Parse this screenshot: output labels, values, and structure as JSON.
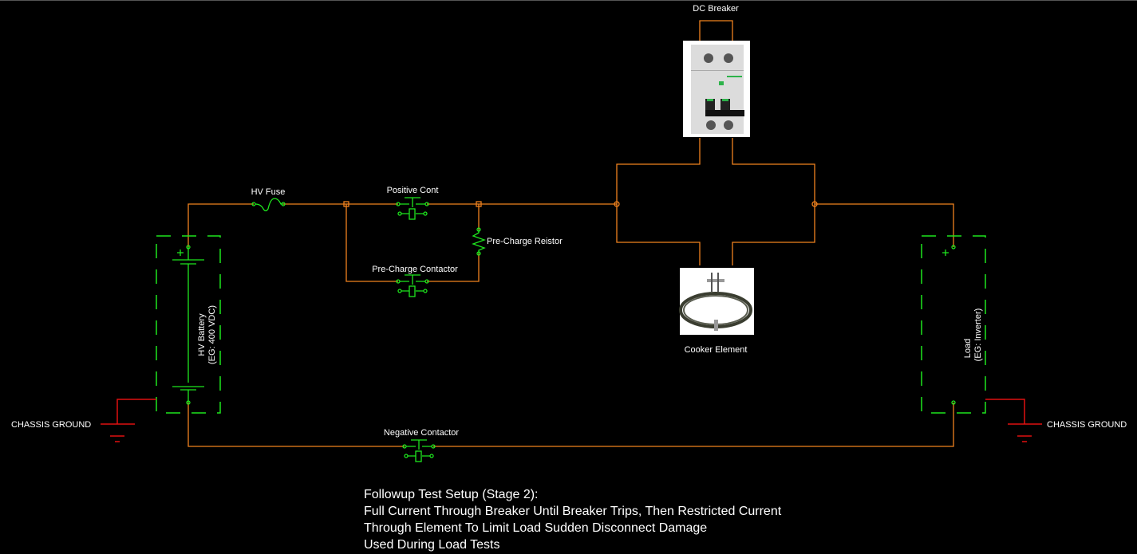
{
  "labels": {
    "dc_breaker": "DC Breaker",
    "hv_fuse": "HV Fuse",
    "positive_contactor": "Positive Cont",
    "precharge_resistor": "Pre-Charge Reistor",
    "precharge_contactor": "Pre-Charge Contactor",
    "cooker_element": "Cooker Element",
    "negative_contactor": "Negative Contactor",
    "chassis_ground_left": "CHASSIS GROUND",
    "chassis_ground_right": "CHASSIS GROUND",
    "battery_name": "HV Battery",
    "battery_spec": "(EG: 400 VDC)",
    "load_name": "Load",
    "load_spec": "(EG: Inverter)"
  },
  "note": {
    "title": "Followup Test Setup (Stage 2):",
    "lines": [
      "Full Current Through Breaker Until Breaker Trips, Then Restricted Current",
      "Through Element To Limit Load Sudden Disconnect Damage",
      "Used During Load Tests"
    ]
  },
  "colors": {
    "wire": "#f0821e",
    "component": "#1ee61e",
    "ground": "#e01010",
    "text": "#ffffff"
  }
}
